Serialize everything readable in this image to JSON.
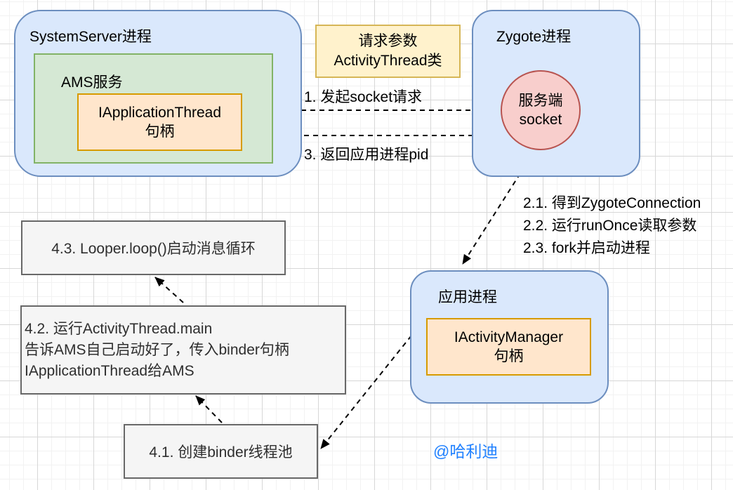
{
  "diagram": {
    "system_server": {
      "title": "SystemServer进程"
    },
    "ams": {
      "title": "AMS服务"
    },
    "iapplication_thread": {
      "line1": "IApplicationThread",
      "line2": "句柄"
    },
    "request_params": {
      "line1": "请求参数",
      "line2": "ActivityThread类"
    },
    "zygote": {
      "title": "Zygote进程"
    },
    "server_socket": {
      "line1": "服务端",
      "line2": "socket"
    },
    "app_process": {
      "title": "应用进程"
    },
    "iactivity_manager": {
      "line1": "IActivityManager",
      "line2": "句柄"
    },
    "edges": {
      "arrow1_label": "1. 发起socket请求",
      "arrow3_label": "3. 返回应用进程pid"
    },
    "zygote_steps": {
      "line1": "2.1. 得到ZygoteConnection",
      "line2": "2.2. 运行runOnce读取参数",
      "line3": "2.3. fork并启动进程"
    },
    "step_43": "4.3. Looper.loop()启动消息循环",
    "step_42": {
      "line1": "4.2. 运行ActivityThread.main",
      "line2": "告诉AMS自己启动好了，传入binder句柄",
      "line3": "IApplicationThread给AMS"
    },
    "step_41": "4.1. 创建binder线程池",
    "watermark": "@哈利迪"
  },
  "colors": {
    "node-blue-fill": "#dae8fc",
    "node-blue-border": "#6c8ebf",
    "node-green-fill": "#d5e8d4",
    "node-green-border": "#82b366",
    "node-orange-fill": "#ffe6cc",
    "node-orange-border": "#d79b00",
    "node-yellow-fill": "#fff2cc",
    "node-yellow-border": "#d6b656",
    "node-red-fill": "#f8cecc",
    "node-red-border": "#b85450",
    "node-gray-fill": "#f5f5f5",
    "node-gray-border": "#686868",
    "arrow-color": "#000000",
    "watermark-color": "#1f80ff"
  }
}
